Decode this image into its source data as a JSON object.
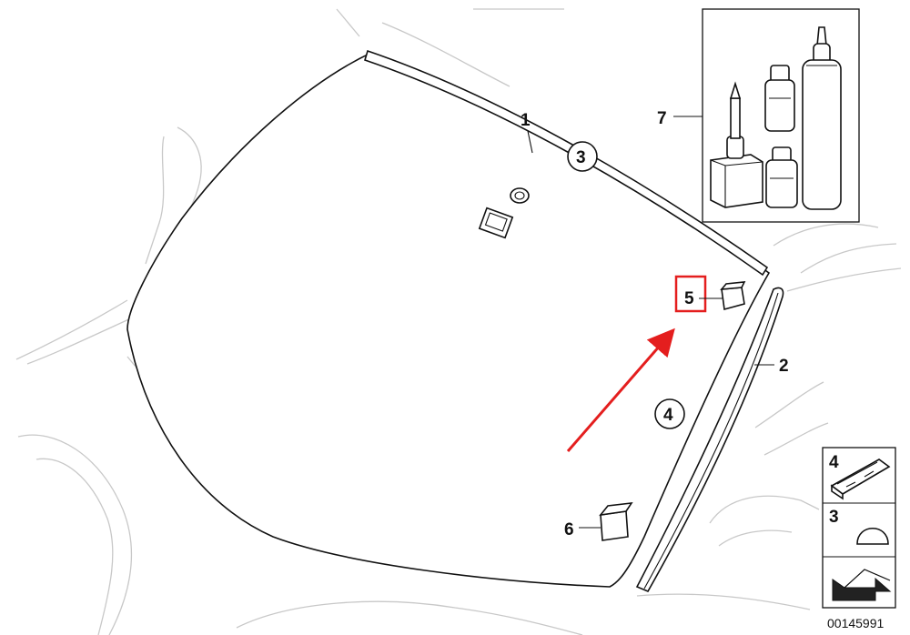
{
  "diagram": {
    "callouts": {
      "windscreen": "1",
      "moulding_side": "2",
      "circle_upper": "3",
      "circle_lower": "4",
      "highlighted": "5",
      "pad_lower": "6",
      "kit": "7"
    },
    "legend": {
      "row1": "4",
      "row2": "3"
    },
    "reference_number": "00145991",
    "colors": {
      "highlight": "#e41e1e",
      "arrow": "#e41e1e",
      "line": "#111111",
      "ghost": "#c8c8c8"
    },
    "icons": [
      "glass-tube-icon",
      "bottle-icon",
      "cartridge-icon",
      "clip-icon",
      "dome-icon",
      "arrow-icon"
    ]
  }
}
